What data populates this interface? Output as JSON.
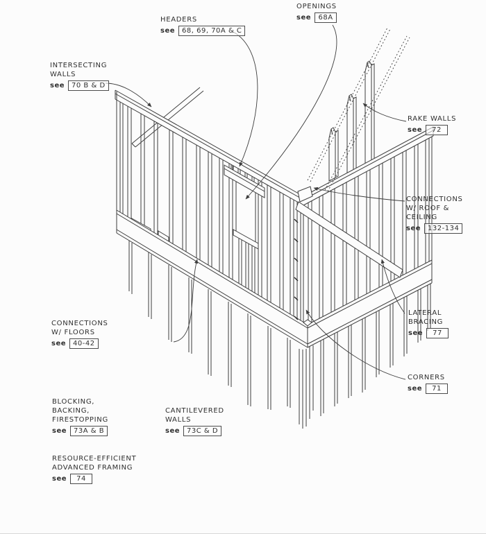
{
  "colors": {
    "ink": "#3d3d3d",
    "background": "#fcfcfc"
  },
  "labels": {
    "headers": {
      "lines": [
        "HEADERS"
      ],
      "see": "see",
      "ref": "68, 69, 70A & C"
    },
    "openings": {
      "lines": [
        "OPENINGS"
      ],
      "see": "see",
      "ref": "68A"
    },
    "intersecting_walls": {
      "lines": [
        "INTERSECTING",
        "WALLS"
      ],
      "see": "see",
      "ref": "70 B & D"
    },
    "rake_walls": {
      "lines": [
        "RAKE WALLS"
      ],
      "see": "see",
      "ref": "72"
    },
    "connections_roof": {
      "lines": [
        "CONNECTIONS",
        "W/ ROOF &",
        "CEILING"
      ],
      "see": "see",
      "ref": "132-134"
    },
    "lateral_bracing": {
      "lines": [
        "LATERAL",
        "BRACING"
      ],
      "see": "see",
      "ref": "77"
    },
    "corners": {
      "lines": [
        "CORNERS"
      ],
      "see": "see",
      "ref": "71"
    },
    "connections_floors": {
      "lines": [
        "CONNECTIONS",
        "W/ FLOORS"
      ],
      "see": "see",
      "ref": "40-42"
    },
    "blocking": {
      "lines": [
        "BLOCKING,",
        "BACKING,",
        "FIRESTOPPING"
      ],
      "see": "see",
      "ref": "73A & B"
    },
    "cantilevered_walls": {
      "lines": [
        "CANTILEVERED",
        "WALLS"
      ],
      "see": "see",
      "ref": "73C & D"
    },
    "resource_efficient": {
      "lines": [
        "RESOURCE-EFFICIENT",
        "ADVANCED FRAMING"
      ],
      "see": "see",
      "ref": "74"
    }
  }
}
